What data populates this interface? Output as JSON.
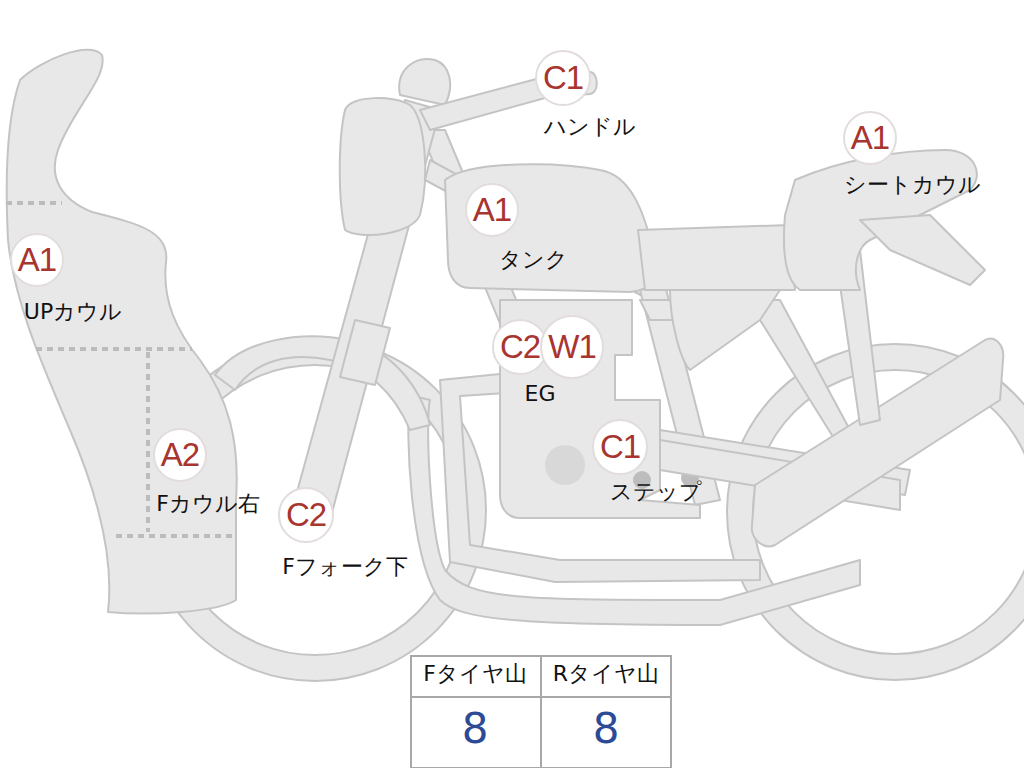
{
  "diagram": {
    "nodes": [
      {
        "text": [
          "C1",
          "ハンドル"
        ]
      },
      {
        "text": [
          "A1",
          "シートカウル"
        ]
      },
      {
        "text": [
          "A1",
          "タンク"
        ]
      },
      {
        "text": [
          "A1",
          "UPカウル"
        ]
      },
      {
        "text": [
          "C2"
        ]
      },
      {
        "text": [
          "W1"
        ]
      },
      {
        "text": [
          "C1",
          "ステップ"
        ]
      },
      {
        "text": [
          "A2",
          "Fカウル右"
        ]
      },
      {
        "text": [
          "C2",
          "Fフォーク下"
        ]
      }
    ],
    "edges": [],
    "labels": [
      "EG",
      "Fタイヤ山",
      "Rタイヤ山",
      "8",
      "8"
    ]
  }
}
